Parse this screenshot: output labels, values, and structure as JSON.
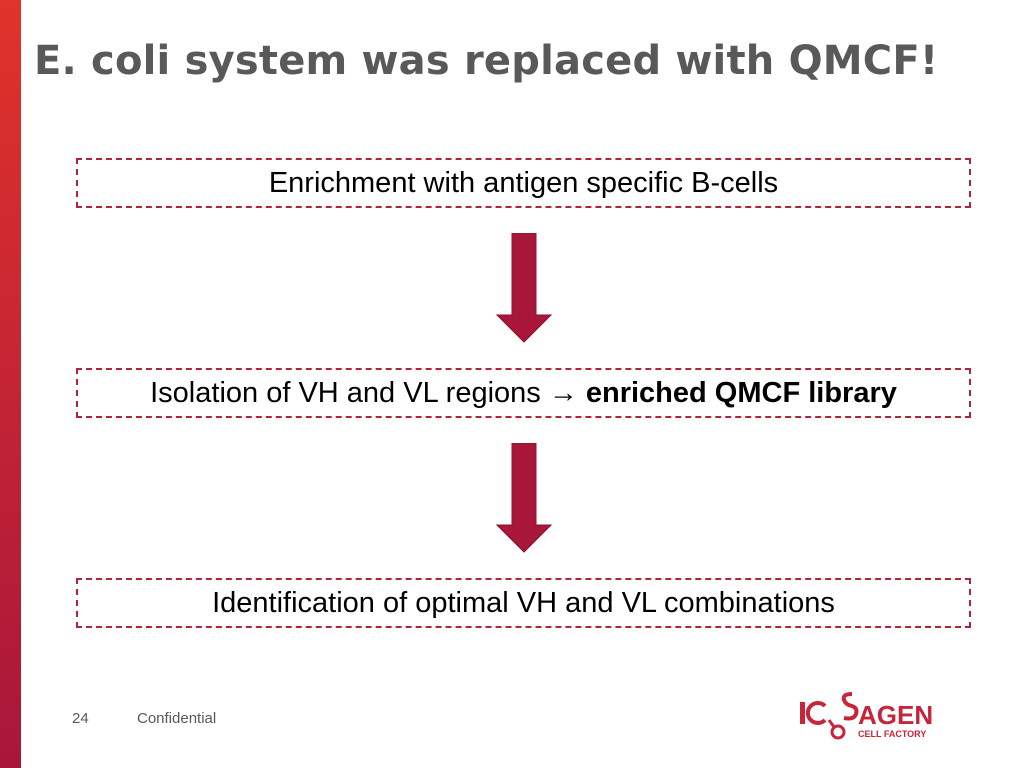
{
  "slide": {
    "title": "E. coli system was replaced with QMCF!",
    "steps": [
      {
        "text": "Enrichment with antigen specific B-cells"
      },
      {
        "text": "Isolation of VH and VL regions →",
        "bold": "enriched QMCF library"
      },
      {
        "text": "Identification of optimal VH and VL combinations"
      }
    ],
    "page_number": "24",
    "footer": "Confidential",
    "logo": {
      "wordmark": "ICOSAGEN",
      "tagline": "CELL FACTORY"
    }
  },
  "colors": {
    "accent": "#b0243a",
    "arrow_fill": "#a8163a",
    "title": "#595959",
    "logo_red": "#c8243a"
  },
  "icons": [
    "arrow-down-icon",
    "icosagen-logo"
  ]
}
